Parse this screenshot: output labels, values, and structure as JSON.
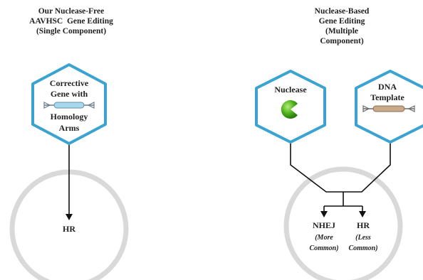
{
  "left_panel": {
    "title_lines": [
      "Our Nuclease-Free",
      "AAVHSC  Gene Editing",
      "(Single Component)"
    ],
    "hexagon": {
      "label_lines": [
        "Corrective",
        "Gene with",
        "Homology",
        "Arms"
      ]
    },
    "outcome": {
      "label": "HR"
    }
  },
  "right_panel": {
    "title_lines": [
      "Nuclease-Based",
      "Gene Editing",
      "(Multiple",
      "Component)"
    ],
    "hexagon_nuclease": {
      "label": "Nuclease"
    },
    "hexagon_template": {
      "label_lines": [
        "DNA",
        "Template"
      ]
    },
    "outcome_nhej": {
      "label": "NHEJ",
      "sub_lines": [
        "(More",
        "Common)"
      ]
    },
    "outcome_hr": {
      "label": "HR",
      "sub_lines": [
        "(Less",
        "Common)"
      ]
    }
  },
  "colors": {
    "hexagon_stroke": "#3ba3d0",
    "cell_ring": "#d9d9d9",
    "connector": "#111111",
    "nuclease_green": "#4caf1a",
    "dna_light_blue": "#a8d8ee",
    "dna_tan": "#c8a98a"
  }
}
